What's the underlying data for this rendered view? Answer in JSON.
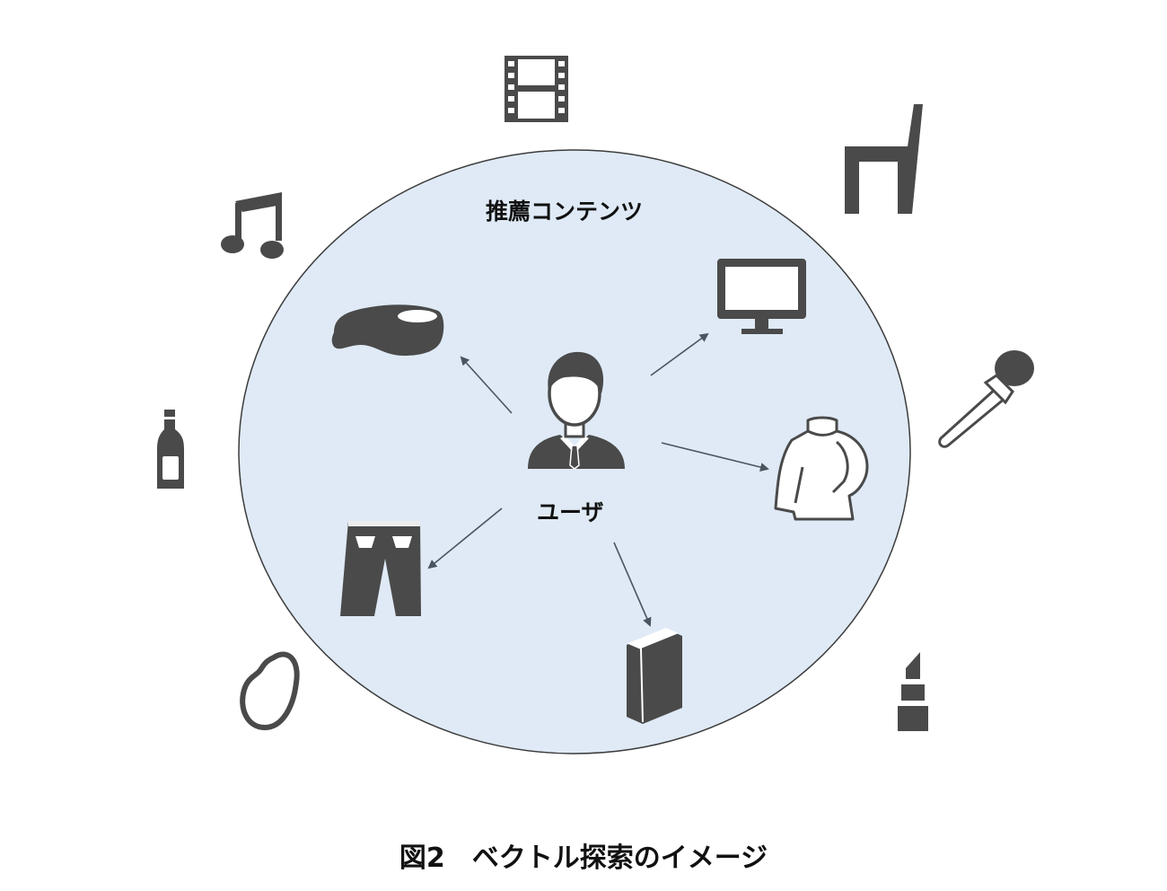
{
  "diagram": {
    "circle_label": "推薦コンテンツ",
    "user_label": "ユーザ",
    "caption": "図2　ベクトル探索のイメージ",
    "colors": {
      "circle_fill": "#dfeaf6",
      "circle_stroke": "#3c3c3c",
      "icon": "#4a4a4a",
      "arrow": "#4a5560"
    },
    "recommended_items": [
      "shoe-icon",
      "monitor-icon",
      "sweater-icon",
      "pants-icon",
      "book-icon"
    ],
    "other_items": [
      "film-icon",
      "music-note-icon",
      "chair-icon",
      "makeup-brush-icon",
      "bottle-icon",
      "bean-icon",
      "lipstick-icon"
    ]
  }
}
